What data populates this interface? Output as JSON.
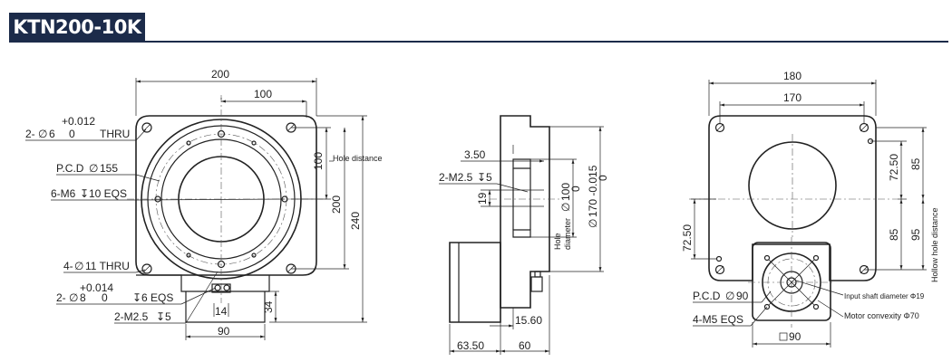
{
  "title": "KTN200-10K",
  "front_view": {
    "dim_200_top": "200",
    "dim_100_top": "100",
    "dim_100_right": "100",
    "dim_200_right": "200",
    "dim_240_right": "240",
    "hole_distance": "Hole distance",
    "thru_tol": "+0.012",
    "thru_qty": "2-",
    "thru_dia": "6",
    "thru_tol_low": "0",
    "thru_word": "THRU",
    "pcd_prefix": "P.C.D",
    "pcd_value": "155",
    "m6_label": "6-M6",
    "m6_depth": "10 EQS",
    "hole11_prefix": "4-",
    "hole11_value": "11 THRU",
    "eqs_tol": "+0.014",
    "eqs_qty": "2-",
    "eqs_dia": "8",
    "eqs_tol_low": "0",
    "eqs_depth": "6 EQS",
    "m25_label": "2-M2.5",
    "m25_depth": "5",
    "dim_14": "14",
    "dim_34": "34",
    "dim_90_bottom": "90"
  },
  "side_view": {
    "dim_350": "3.50",
    "m25_label": "2-M2.5",
    "m25_depth": "5",
    "dim_19": "19",
    "dim_phi100": "100",
    "dim_phi100_tol": "0",
    "hole_label": "Hole",
    "diameter_label": "diameter",
    "dim_phi170": "170 -0.015",
    "dim_phi170_tol": "0",
    "dim_1560": "15.60",
    "dim_6350": "63.50",
    "dim_60": "60"
  },
  "rear_view": {
    "dim_180": "180",
    "dim_170": "170",
    "dim_7250_right": "72.50",
    "dim_85_top": "85",
    "dim_85_mid": "85",
    "dim_95": "95",
    "dim_7250_left": "72.50",
    "hollow_label": "Hollow hole distance",
    "pcd_prefix": "P.C.D",
    "pcd_value": "90",
    "m5_label": "4-M5 EQS",
    "input_shaft": "Input shaft diameter Φ19",
    "motor_convexity": "Motor convexity Φ70",
    "square_90": "90"
  }
}
